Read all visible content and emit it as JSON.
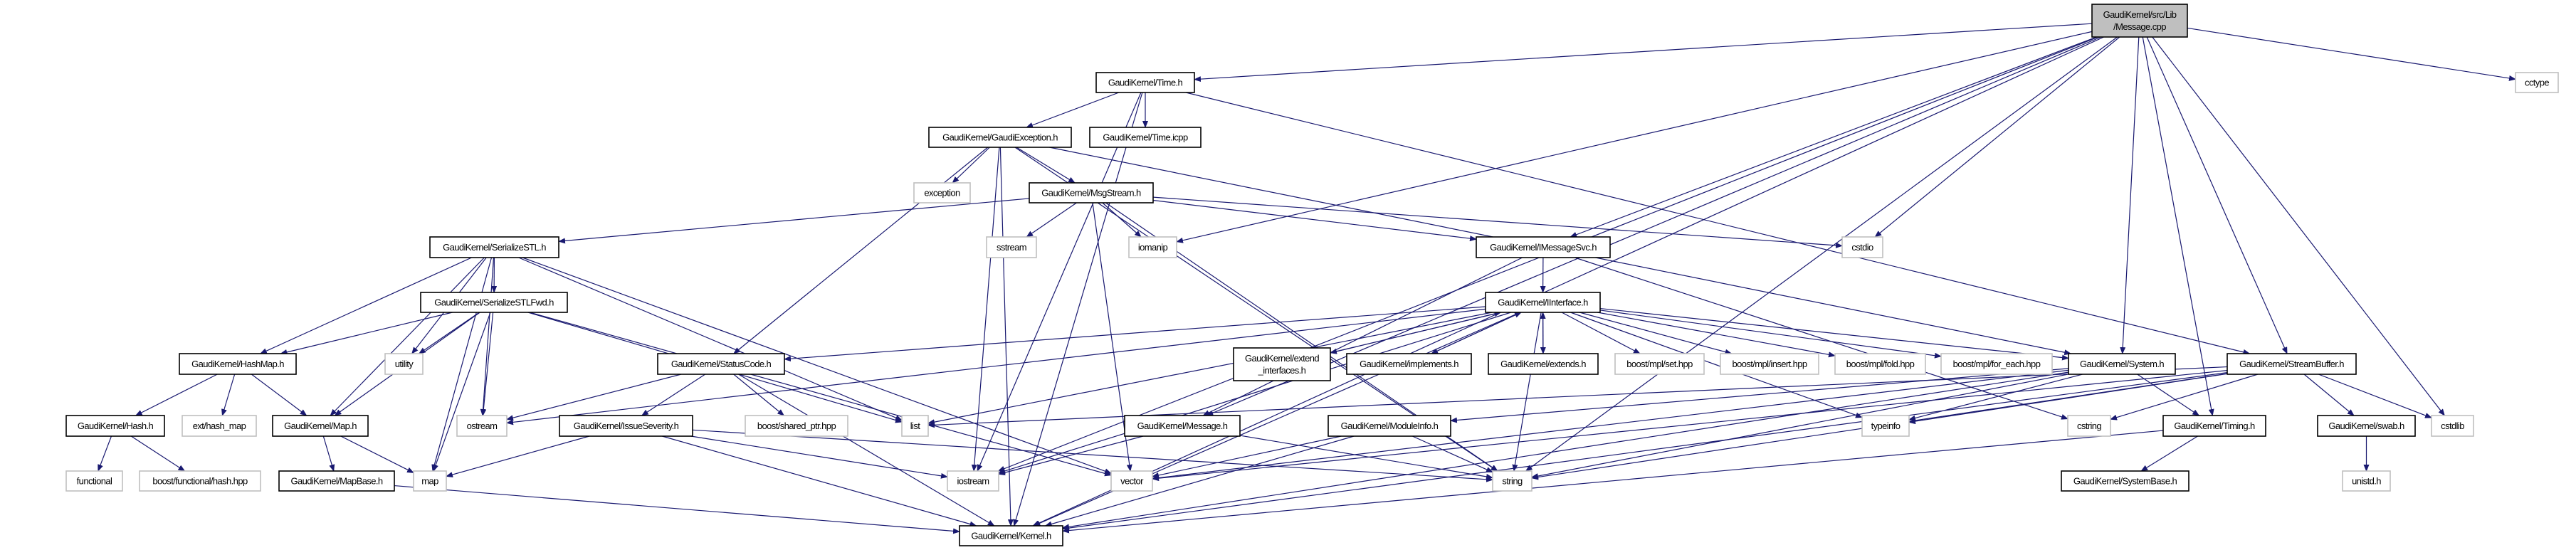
{
  "graph": {
    "edge_color": "#191970",
    "root_fill": "#bfbfbf",
    "nodes": [
      {
        "id": "message_cpp",
        "label": [
          "GaudiKernel/src/Lib",
          "/Message.cpp"
        ],
        "kind": "root"
      },
      {
        "id": "time_h",
        "label": [
          "GaudiKernel/Time.h"
        ],
        "kind": "project"
      },
      {
        "id": "cctype",
        "label": [
          "cctype"
        ],
        "kind": "system"
      },
      {
        "id": "gaudiexception_h",
        "label": [
          "GaudiKernel/GaudiException.h"
        ],
        "kind": "project"
      },
      {
        "id": "time_icpp",
        "label": [
          "GaudiKernel/Time.icpp"
        ],
        "kind": "project"
      },
      {
        "id": "exception",
        "label": [
          "exception"
        ],
        "kind": "system"
      },
      {
        "id": "msgstream_h",
        "label": [
          "GaudiKernel/MsgStream.h"
        ],
        "kind": "project"
      },
      {
        "id": "serializestl_h",
        "label": [
          "GaudiKernel/SerializeSTL.h"
        ],
        "kind": "project"
      },
      {
        "id": "sstream",
        "label": [
          "sstream"
        ],
        "kind": "system"
      },
      {
        "id": "iomanip",
        "label": [
          "iomanip"
        ],
        "kind": "system"
      },
      {
        "id": "imessagesvc_h",
        "label": [
          "GaudiKernel/IMessageSvc.h"
        ],
        "kind": "project"
      },
      {
        "id": "cstdio",
        "label": [
          "cstdio"
        ],
        "kind": "system"
      },
      {
        "id": "serializestlfwd_h",
        "label": [
          "GaudiKernel/SerializeSTLFwd.h"
        ],
        "kind": "project"
      },
      {
        "id": "iinterface_h",
        "label": [
          "GaudiKernel/IInterface.h"
        ],
        "kind": "project"
      },
      {
        "id": "hashmap_h",
        "label": [
          "GaudiKernel/HashMap.h"
        ],
        "kind": "project"
      },
      {
        "id": "utility",
        "label": [
          "utility"
        ],
        "kind": "system"
      },
      {
        "id": "statuscode_h",
        "label": [
          "GaudiKernel/StatusCode.h"
        ],
        "kind": "project"
      },
      {
        "id": "extend_interfaces_h",
        "label": [
          "GaudiKernel/extend",
          "_interfaces.h"
        ],
        "kind": "project"
      },
      {
        "id": "implements_h",
        "label": [
          "GaudiKernel/implements.h"
        ],
        "kind": "project"
      },
      {
        "id": "extends_h",
        "label": [
          "GaudiKernel/extends.h"
        ],
        "kind": "project"
      },
      {
        "id": "mpl_set",
        "label": [
          "boost/mpl/set.hpp"
        ],
        "kind": "system"
      },
      {
        "id": "mpl_insert",
        "label": [
          "boost/mpl/insert.hpp"
        ],
        "kind": "system"
      },
      {
        "id": "mpl_fold",
        "label": [
          "boost/mpl/fold.hpp"
        ],
        "kind": "system"
      },
      {
        "id": "mpl_for_each",
        "label": [
          "boost/mpl/for_each.hpp"
        ],
        "kind": "system"
      },
      {
        "id": "system_h",
        "label": [
          "GaudiKernel/System.h"
        ],
        "kind": "project"
      },
      {
        "id": "streambuffer_h",
        "label": [
          "GaudiKernel/StreamBuffer.h"
        ],
        "kind": "project"
      },
      {
        "id": "hash_h",
        "label": [
          "GaudiKernel/Hash.h"
        ],
        "kind": "project"
      },
      {
        "id": "ext_hash_map",
        "label": [
          "ext/hash_map"
        ],
        "kind": "system"
      },
      {
        "id": "map_h",
        "label": [
          "GaudiKernel/Map.h"
        ],
        "kind": "project"
      },
      {
        "id": "ostream",
        "label": [
          "ostream"
        ],
        "kind": "system"
      },
      {
        "id": "issueseverity_h",
        "label": [
          "GaudiKernel/IssueSeverity.h"
        ],
        "kind": "project"
      },
      {
        "id": "shared_ptr",
        "label": [
          "boost/shared_ptr.hpp"
        ],
        "kind": "system"
      },
      {
        "id": "list",
        "label": [
          "list"
        ],
        "kind": "system"
      },
      {
        "id": "message_h",
        "label": [
          "GaudiKernel/Message.h"
        ],
        "kind": "project"
      },
      {
        "id": "moduleinfo_h",
        "label": [
          "GaudiKernel/ModuleInfo.h"
        ],
        "kind": "project"
      },
      {
        "id": "typeinfo",
        "label": [
          "typeinfo"
        ],
        "kind": "system"
      },
      {
        "id": "cstring",
        "label": [
          "cstring"
        ],
        "kind": "system"
      },
      {
        "id": "timing_h",
        "label": [
          "GaudiKernel/Timing.h"
        ],
        "kind": "project"
      },
      {
        "id": "swab_h",
        "label": [
          "GaudiKernel/swab.h"
        ],
        "kind": "project"
      },
      {
        "id": "cstdlib",
        "label": [
          "cstdlib"
        ],
        "kind": "system"
      },
      {
        "id": "functional",
        "label": [
          "functional"
        ],
        "kind": "system"
      },
      {
        "id": "boost_functional_hash",
        "label": [
          "boost/functional/hash.hpp"
        ],
        "kind": "system"
      },
      {
        "id": "mapbase_h",
        "label": [
          "GaudiKernel/MapBase.h"
        ],
        "kind": "project"
      },
      {
        "id": "map",
        "label": [
          "map"
        ],
        "kind": "system"
      },
      {
        "id": "iostream",
        "label": [
          "iostream"
        ],
        "kind": "system"
      },
      {
        "id": "vector",
        "label": [
          "vector"
        ],
        "kind": "system"
      },
      {
        "id": "string",
        "label": [
          "string"
        ],
        "kind": "system"
      },
      {
        "id": "systembase_h",
        "label": [
          "GaudiKernel/SystemBase.h"
        ],
        "kind": "project"
      },
      {
        "id": "unistd_h",
        "label": [
          "unistd.h"
        ],
        "kind": "system"
      },
      {
        "id": "kernel_h",
        "label": [
          "GaudiKernel/Kernel.h"
        ],
        "kind": "project"
      }
    ],
    "edges": [
      [
        "message_cpp",
        "time_h"
      ],
      [
        "message_cpp",
        "cctype"
      ],
      [
        "message_cpp",
        "imessagesvc_h"
      ],
      [
        "message_cpp",
        "iomanip"
      ],
      [
        "message_cpp",
        "cstdio"
      ],
      [
        "message_cpp",
        "iostream"
      ],
      [
        "message_cpp",
        "message_h"
      ],
      [
        "message_cpp",
        "system_h"
      ],
      [
        "message_cpp",
        "streambuffer_h"
      ],
      [
        "message_cpp",
        "timing_h"
      ],
      [
        "message_cpp",
        "cstdlib"
      ],
      [
        "message_cpp",
        "string"
      ],
      [
        "message_cpp",
        "kernel_h"
      ],
      [
        "time_h",
        "gaudiexception_h"
      ],
      [
        "time_h",
        "time_icpp"
      ],
      [
        "time_h",
        "kernel_h"
      ],
      [
        "time_h",
        "iostream"
      ],
      [
        "time_h",
        "streambuffer_h"
      ],
      [
        "gaudiexception_h",
        "exception"
      ],
      [
        "gaudiexception_h",
        "msgstream_h"
      ],
      [
        "gaudiexception_h",
        "statuscode_h"
      ],
      [
        "gaudiexception_h",
        "iostream"
      ],
      [
        "gaudiexception_h",
        "string"
      ],
      [
        "gaudiexception_h",
        "system_h"
      ],
      [
        "gaudiexception_h",
        "kernel_h"
      ],
      [
        "msgstream_h",
        "sstream"
      ],
      [
        "msgstream_h",
        "iomanip"
      ],
      [
        "msgstream_h",
        "imessagesvc_h"
      ],
      [
        "msgstream_h",
        "serializestl_h"
      ],
      [
        "msgstream_h",
        "cstdio"
      ],
      [
        "msgstream_h",
        "vector"
      ],
      [
        "msgstream_h",
        "string"
      ],
      [
        "imessagesvc_h",
        "iinterface_h"
      ],
      [
        "imessagesvc_h",
        "message_h"
      ],
      [
        "imessagesvc_h",
        "cstring"
      ],
      [
        "serializestl_h",
        "serializestlfwd_h"
      ],
      [
        "serializestl_h",
        "hashmap_h"
      ],
      [
        "serializestl_h",
        "map_h"
      ],
      [
        "serializestl_h",
        "utility"
      ],
      [
        "serializestl_h",
        "map"
      ],
      [
        "serializestl_h",
        "ostream"
      ],
      [
        "serializestl_h",
        "list"
      ],
      [
        "serializestl_h",
        "vector"
      ],
      [
        "serializestlfwd_h",
        "hashmap_h"
      ],
      [
        "serializestlfwd_h",
        "utility"
      ],
      [
        "serializestlfwd_h",
        "map_h"
      ],
      [
        "serializestlfwd_h",
        "map"
      ],
      [
        "serializestlfwd_h",
        "ostream"
      ],
      [
        "serializestlfwd_h",
        "list"
      ],
      [
        "serializestlfwd_h",
        "vector"
      ],
      [
        "hashmap_h",
        "hash_h"
      ],
      [
        "hashmap_h",
        "ext_hash_map"
      ],
      [
        "hashmap_h",
        "map_h"
      ],
      [
        "hash_h",
        "functional"
      ],
      [
        "hash_h",
        "boost_functional_hash"
      ],
      [
        "map_h",
        "mapbase_h"
      ],
      [
        "map_h",
        "map"
      ],
      [
        "mapbase_h",
        "kernel_h"
      ],
      [
        "statuscode_h",
        "ostream"
      ],
      [
        "statuscode_h",
        "issueseverity_h"
      ],
      [
        "statuscode_h",
        "shared_ptr"
      ],
      [
        "statuscode_h",
        "kernel_h"
      ],
      [
        "issueseverity_h",
        "map"
      ],
      [
        "issueseverity_h",
        "string"
      ],
      [
        "issueseverity_h",
        "iostream"
      ],
      [
        "issueseverity_h",
        "kernel_h"
      ],
      [
        "iinterface_h",
        "extend_interfaces_h"
      ],
      [
        "iinterface_h",
        "implements_h"
      ],
      [
        "iinterface_h",
        "extends_h"
      ],
      [
        "iinterface_h",
        "mpl_set"
      ],
      [
        "iinterface_h",
        "mpl_insert"
      ],
      [
        "iinterface_h",
        "mpl_fold"
      ],
      [
        "iinterface_h",
        "mpl_for_each"
      ],
      [
        "iinterface_h",
        "system_h"
      ],
      [
        "iinterface_h",
        "statuscode_h"
      ],
      [
        "iinterface_h",
        "ostream"
      ],
      [
        "iinterface_h",
        "iostream"
      ],
      [
        "iinterface_h",
        "list"
      ],
      [
        "iinterface_h",
        "typeinfo"
      ],
      [
        "iinterface_h",
        "string"
      ],
      [
        "iinterface_h",
        "kernel_h"
      ],
      [
        "extend_interfaces_h",
        "iinterface_h"
      ],
      [
        "implements_h",
        "iinterface_h"
      ],
      [
        "extends_h",
        "iinterface_h"
      ],
      [
        "system_h",
        "timing_h"
      ],
      [
        "system_h",
        "typeinfo"
      ],
      [
        "system_h",
        "string"
      ],
      [
        "system_h",
        "vector"
      ],
      [
        "system_h",
        "kernel_h"
      ],
      [
        "system_h",
        "moduleinfo_h"
      ],
      [
        "moduleinfo_h",
        "string"
      ],
      [
        "moduleinfo_h",
        "vector"
      ],
      [
        "moduleinfo_h",
        "kernel_h"
      ],
      [
        "message_h",
        "iostream"
      ],
      [
        "message_h",
        "string"
      ],
      [
        "streambuffer_h",
        "swab_h"
      ],
      [
        "streambuffer_h",
        "cstdlib"
      ],
      [
        "streambuffer_h",
        "typeinfo"
      ],
      [
        "streambuffer_h",
        "cstring"
      ],
      [
        "streambuffer_h",
        "string"
      ],
      [
        "streambuffer_h",
        "vector"
      ],
      [
        "streambuffer_h",
        "list"
      ],
      [
        "streambuffer_h",
        "kernel_h"
      ],
      [
        "timing_h",
        "systembase_h"
      ],
      [
        "timing_h",
        "kernel_h"
      ],
      [
        "swab_h",
        "unistd_h"
      ]
    ]
  }
}
